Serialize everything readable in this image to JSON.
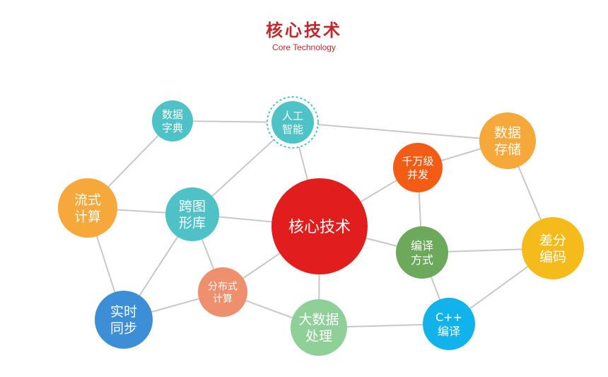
{
  "title": "核心技术",
  "subtitle": "Core Technology",
  "colors": {
    "title": "#c1272d",
    "edge": "#c8c8c8",
    "core": "#e11d1d",
    "teal": "#4ec2c6",
    "orange": "#f6a83b",
    "yellow": "#f4bb1a",
    "red_orange": "#f25c14",
    "green": "#6ca95a",
    "salmon": "#ee8f6e",
    "blue": "#3c8fd6",
    "cyan": "#12b3ea",
    "light_green": "#8fcf98"
  },
  "nodes": [
    {
      "id": "data-dict",
      "lines": [
        "数据",
        "字典"
      ],
      "color": "teal"
    },
    {
      "id": "ai",
      "lines": [
        "人工",
        "智能"
      ],
      "color": "teal",
      "dashed_ring": true
    },
    {
      "id": "data-storage",
      "lines": [
        "数据",
        "存储"
      ],
      "color": "orange"
    },
    {
      "id": "concurrency",
      "lines": [
        "千万级",
        "并发"
      ],
      "color": "red_orange"
    },
    {
      "id": "stream",
      "lines": [
        "流式",
        "计算"
      ],
      "color": "orange"
    },
    {
      "id": "graph-lib",
      "lines": [
        "跨图",
        "形库"
      ],
      "color": "teal"
    },
    {
      "id": "core",
      "lines": [
        "核心技术"
      ],
      "color": "core"
    },
    {
      "id": "encoding-method",
      "lines": [
        "编译",
        "方式"
      ],
      "color": "green"
    },
    {
      "id": "diff-encoding",
      "lines": [
        "差分",
        "编码"
      ],
      "color": "yellow"
    },
    {
      "id": "distributed",
      "lines": [
        "分布式",
        "计算"
      ],
      "color": "salmon"
    },
    {
      "id": "realtime-sync",
      "lines": [
        "实时",
        "同步"
      ],
      "color": "blue"
    },
    {
      "id": "big-data",
      "lines": [
        "大数据",
        "处理"
      ],
      "color": "light_green"
    },
    {
      "id": "cpp-compile",
      "lines": [
        "C++",
        "编译"
      ],
      "color": "cyan"
    }
  ],
  "edges": [
    [
      "data-dict",
      "ai"
    ],
    [
      "data-dict",
      "stream"
    ],
    [
      "ai",
      "data-storage"
    ],
    [
      "ai",
      "graph-lib"
    ],
    [
      "ai",
      "core"
    ],
    [
      "concurrency",
      "data-storage"
    ],
    [
      "concurrency",
      "core"
    ],
    [
      "concurrency",
      "encoding-method"
    ],
    [
      "data-storage",
      "diff-encoding"
    ],
    [
      "stream",
      "graph-lib"
    ],
    [
      "stream",
      "realtime-sync"
    ],
    [
      "graph-lib",
      "core"
    ],
    [
      "graph-lib",
      "realtime-sync"
    ],
    [
      "graph-lib",
      "distributed"
    ],
    [
      "core",
      "encoding-method"
    ],
    [
      "core",
      "distributed"
    ],
    [
      "core",
      "big-data"
    ],
    [
      "encoding-method",
      "diff-encoding"
    ],
    [
      "encoding-method",
      "cpp-compile"
    ],
    [
      "diff-encoding",
      "cpp-compile"
    ],
    [
      "distributed",
      "realtime-sync"
    ],
    [
      "distributed",
      "big-data"
    ],
    [
      "big-data",
      "cpp-compile"
    ]
  ]
}
